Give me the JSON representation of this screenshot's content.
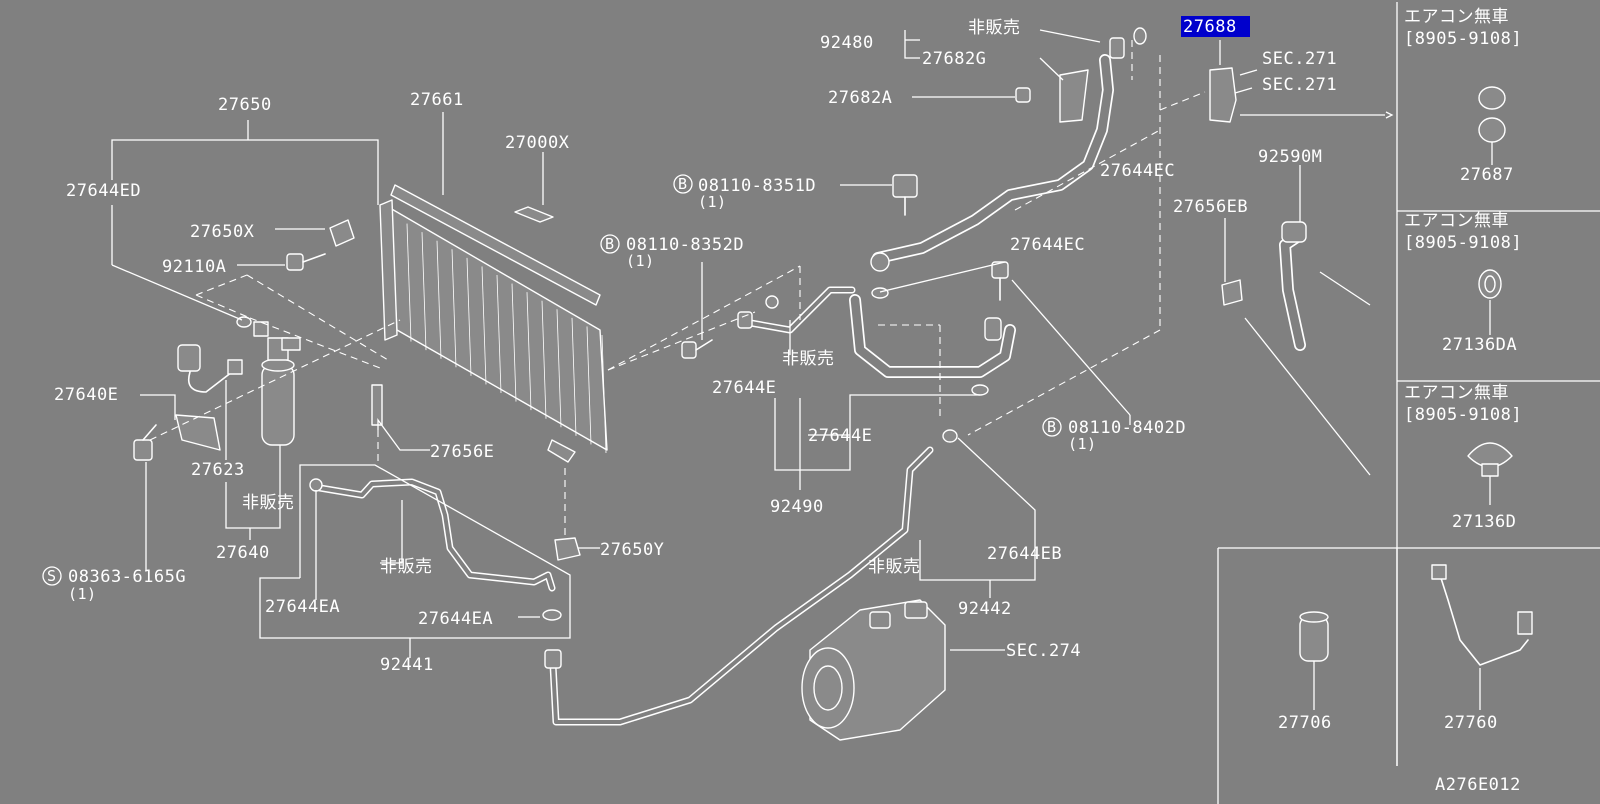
{
  "labels": {
    "p27650": "27650",
    "p27661": "27661",
    "p27000x": "27000X",
    "p27644ed": "27644ED",
    "p27650x": "27650X",
    "p92110a": "92110A",
    "p27640e": "27640E",
    "p27623": "27623",
    "hanbai1": "非販売",
    "p27640": "27640",
    "p08363": "08363-6165G",
    "p08363_qty": "(1)",
    "p27656e": "27656E",
    "p27650y": "27650Y",
    "p27644ea_a": "27644EA",
    "hanbai2": "非販売",
    "p27644ea_b": "27644EA",
    "p92441": "92441",
    "p08110_8352": "08110-8352D",
    "p08110_8352_qty": "(1)",
    "p08110_8351": "08110-8351D",
    "p08110_8351_qty": "(1)",
    "hanbai3": "非販売",
    "p27644e_a": "27644E",
    "p27644e_b": "27644E",
    "p92490": "92490",
    "p92480": "92480",
    "hanbai4": "非販売",
    "p27682g": "27682G",
    "p27682a": "27682A",
    "p27644ec_a": "27644EC",
    "p27644ec_b": "27644EC",
    "p08110_8402": "08110-8402D",
    "p08110_8402_qty": "(1)",
    "hanbai5": "非販売",
    "p27644eb": "27644EB",
    "p92442": "92442",
    "sec274": "SEC.274",
    "p27688": "27688",
    "sec271a": "SEC.271",
    "sec271b": "SEC.271",
    "p92590m": "92590M",
    "p27656eb": "27656EB",
    "box1_title": "エアコン無車",
    "box1_range": "[8905-9108]",
    "box1_part": "27687",
    "box2_title": "エアコン無車",
    "box2_range": "[8905-9108]",
    "box2_part": "27136DA",
    "box3_title": "エアコン無車",
    "box3_range": "[8905-9108]",
    "box3_part": "27136D",
    "p27706": "27706",
    "p27760": "27760",
    "diagram_id": "A276E012"
  },
  "circle_marks": {
    "bolt": "B",
    "screw": "S"
  },
  "highlight_color": "#0000cc",
  "background_color": "#808080"
}
